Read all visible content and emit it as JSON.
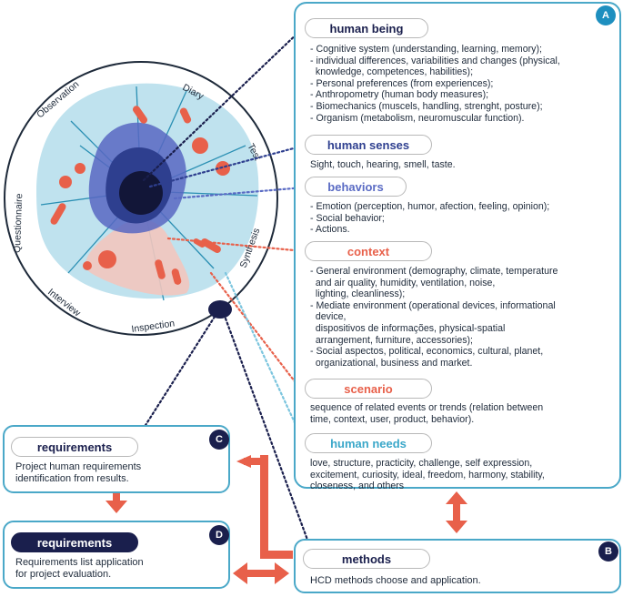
{
  "panel_a": {
    "badge": "A",
    "sections": [
      {
        "title": "human being",
        "color": "#1a1f4d",
        "lines": [
          "- Cognitive system (understanding, learning, memory);",
          "- individual differences, variabilities and changes (physical,",
          "  knowledge, competences, habilities);",
          "- Personal preferences (from experiences);",
          "- Anthropometry (human body measures);",
          "- Biomechanics (muscels, handling, strenght, posture);",
          "- Organism (metabolism, neuromuscular function)."
        ]
      },
      {
        "title": "human senses",
        "color": "#2e3f8f",
        "lines": [
          "Sight, touch, hearing, smell, taste."
        ]
      },
      {
        "title": "behaviors",
        "color": "#5a6bc4",
        "lines": [
          "- Emotion (perception, humor, afection, feeling, opinion);",
          "- Social behavior;",
          "- Actions."
        ]
      },
      {
        "title": "context",
        "color": "#e8604a",
        "lines": [
          "- General environment (demography, climate, temperature",
          "  and air quality, humidity, ventilation, noise,",
          "  lighting, cleanliness);",
          "- Mediate environment (operational devices, informational",
          "  device,",
          "  dispositivos de informações, physical-spatial",
          "  arrangement, furniture, accessories);",
          "- Social aspectos, political, economics, cultural, planet,",
          "  organizational, business and market."
        ]
      },
      {
        "title": "scenario",
        "color": "#e8604a",
        "lines": [
          "sequence of related events or trends (relation between",
          "time, context, user, product, behavior)."
        ]
      },
      {
        "title": "human needs",
        "color": "#3aa7c9",
        "lines": [
          "love, structure, practicity, challenge, self expression,",
          "excitement, curiosity, ideal, freedom, harmony, stability,",
          "closeness, and others"
        ]
      }
    ]
  },
  "box_b": {
    "badge": "B",
    "title": "methods",
    "text": "HCD methods choose and application."
  },
  "box_c": {
    "badge": "C",
    "title": "requirements",
    "lines": [
      "Project human requirements",
      "identification from results."
    ]
  },
  "box_d": {
    "badge": "D",
    "title": "requirements",
    "lines": [
      "Requirements list application",
      "for project evaluation."
    ]
  },
  "circle_labels": [
    "Observation",
    "Diary",
    "Test",
    "Synthesis",
    "Inspection",
    "Interview",
    "Questionnaire"
  ],
  "colors": {
    "accent_blue": "#4aa8c8",
    "navy": "#1a1f4d",
    "coral": "#e8604a",
    "light_blue": "#bfe2ee"
  }
}
